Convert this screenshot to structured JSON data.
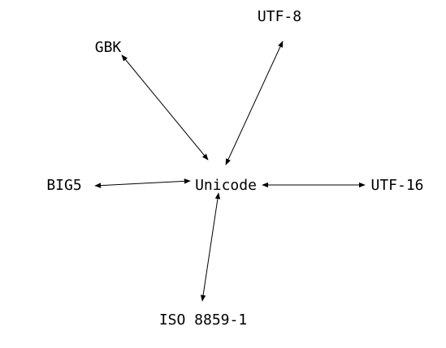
{
  "diagram": {
    "center": {
      "label": "Unicode"
    },
    "nodes": [
      {
        "id": "utf8",
        "label": "UTF-8"
      },
      {
        "id": "gbk",
        "label": "GBK"
      },
      {
        "id": "big5",
        "label": "BIG5"
      },
      {
        "id": "utf16",
        "label": "UTF-16"
      },
      {
        "id": "iso",
        "label": "ISO 8859-1"
      }
    ],
    "edges": [
      {
        "from": "utf8",
        "to": "center",
        "direction": "bidirectional"
      },
      {
        "from": "gbk",
        "to": "center",
        "direction": "bidirectional"
      },
      {
        "from": "big5",
        "to": "center",
        "direction": "bidirectional"
      },
      {
        "from": "utf16",
        "to": "center",
        "direction": "bidirectional"
      },
      {
        "from": "iso",
        "to": "center",
        "direction": "bidirectional"
      }
    ]
  }
}
